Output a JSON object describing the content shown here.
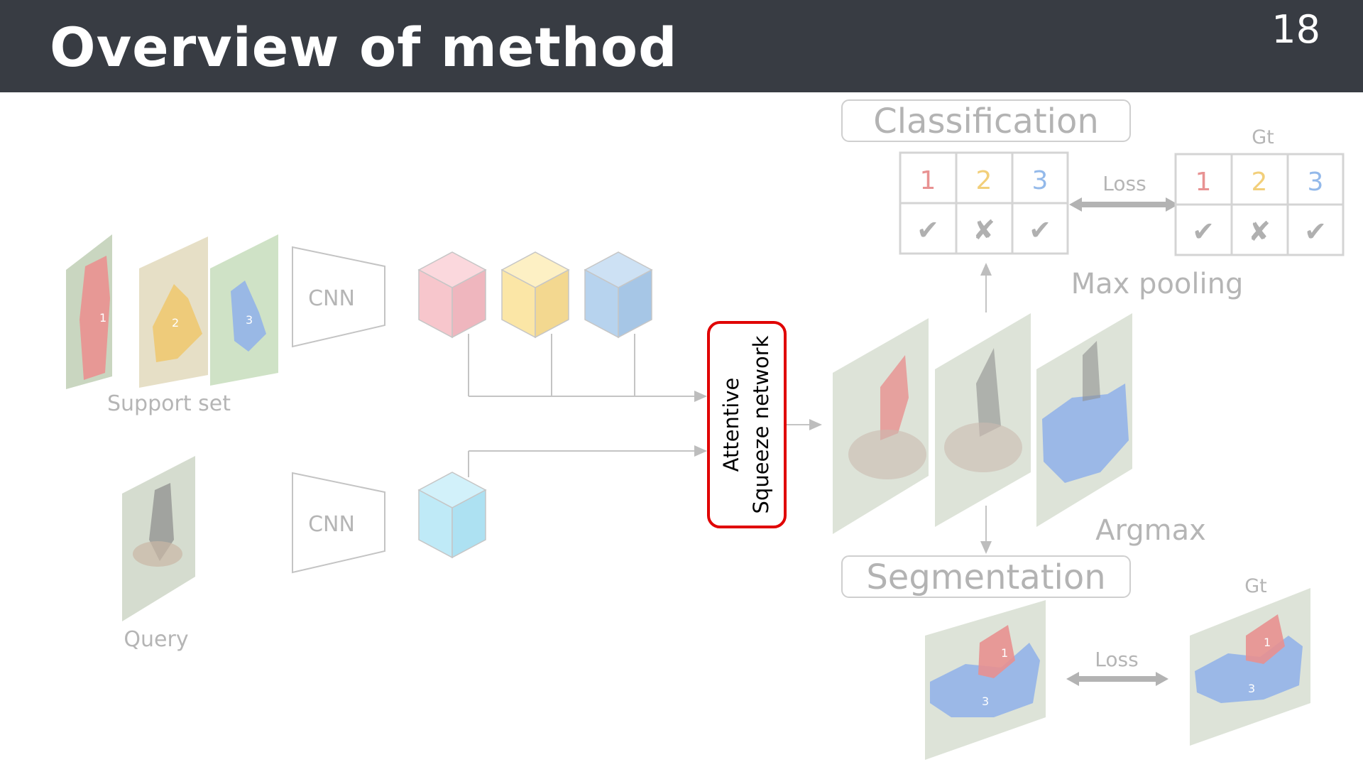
{
  "slide": {
    "title": "Overview of method",
    "page_number": "18"
  },
  "diagram": {
    "support_label": "Support set",
    "query_label": "Query",
    "cnn_labels": [
      "CNN",
      "CNN"
    ],
    "attentive_line1": "Attentive",
    "attentive_line2": "Squeeze network",
    "classification_label": "Classification",
    "segmentation_label": "Segmentation",
    "max_pooling_label": "Max pooling",
    "argmax_label": "Argmax",
    "loss_labels": [
      "Loss",
      "Loss"
    ],
    "gt_labels": [
      "Gt",
      "Gt"
    ],
    "class_numbers": [
      "1",
      "2",
      "3"
    ],
    "pred_marks": [
      "✔",
      "✘",
      "✔"
    ],
    "gt_marks": [
      "✔",
      "✘",
      "✔"
    ],
    "mask_numbers": [
      "1",
      "2",
      "3"
    ],
    "colors": {
      "header": "#383c43",
      "class1": "#e88a8a",
      "class2": "#f0c060",
      "class3": "#8ab4e8",
      "highlight": "#e00000",
      "cube_red": "#f7c6cc",
      "cube_yellow": "#fbe6a6",
      "cube_blue": "#b7d3ee",
      "cube_cyan": "#bfeaf7"
    }
  }
}
